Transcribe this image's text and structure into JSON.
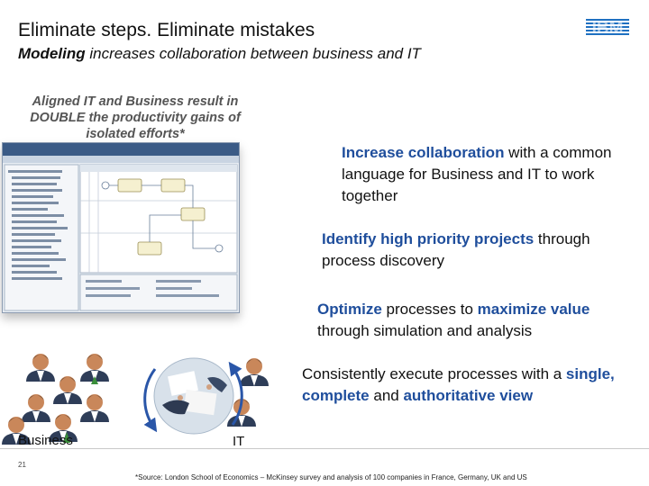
{
  "title": "Eliminate steps. Eliminate mistakes",
  "subtitle": {
    "bold": "Modeling",
    "rest": " increases collaboration between business and IT"
  },
  "logo_text": "IBM",
  "callout": "Aligned IT and Business result in DOUBLE the productivity gains of isolated efforts*",
  "points": [
    {
      "emph1": "Increase collaboration",
      "text1": " with a common language for Business and IT to work together"
    },
    {
      "emph1": "Identify high priority projects",
      "text1": " through process discovery"
    },
    {
      "emph1": "Optimize",
      "text1": " processes to ",
      "emph2": "maximize value",
      "text2": " through simulation and analysis"
    },
    {
      "text0": "Consistently execute processes with a ",
      "emph1": "single, complete",
      "text1": " and ",
      "emph2": "authoritative view"
    }
  ],
  "labels": {
    "business": "Business",
    "it": "IT"
  },
  "footer": {
    "page": "21",
    "source": "*Source: London School of Economics – McKinsey survey and analysis of 100 companies in France, Germany, UK and US"
  },
  "colors": {
    "accent_blue": "#1f4e9c",
    "logo_blue": "#1f70c1"
  }
}
